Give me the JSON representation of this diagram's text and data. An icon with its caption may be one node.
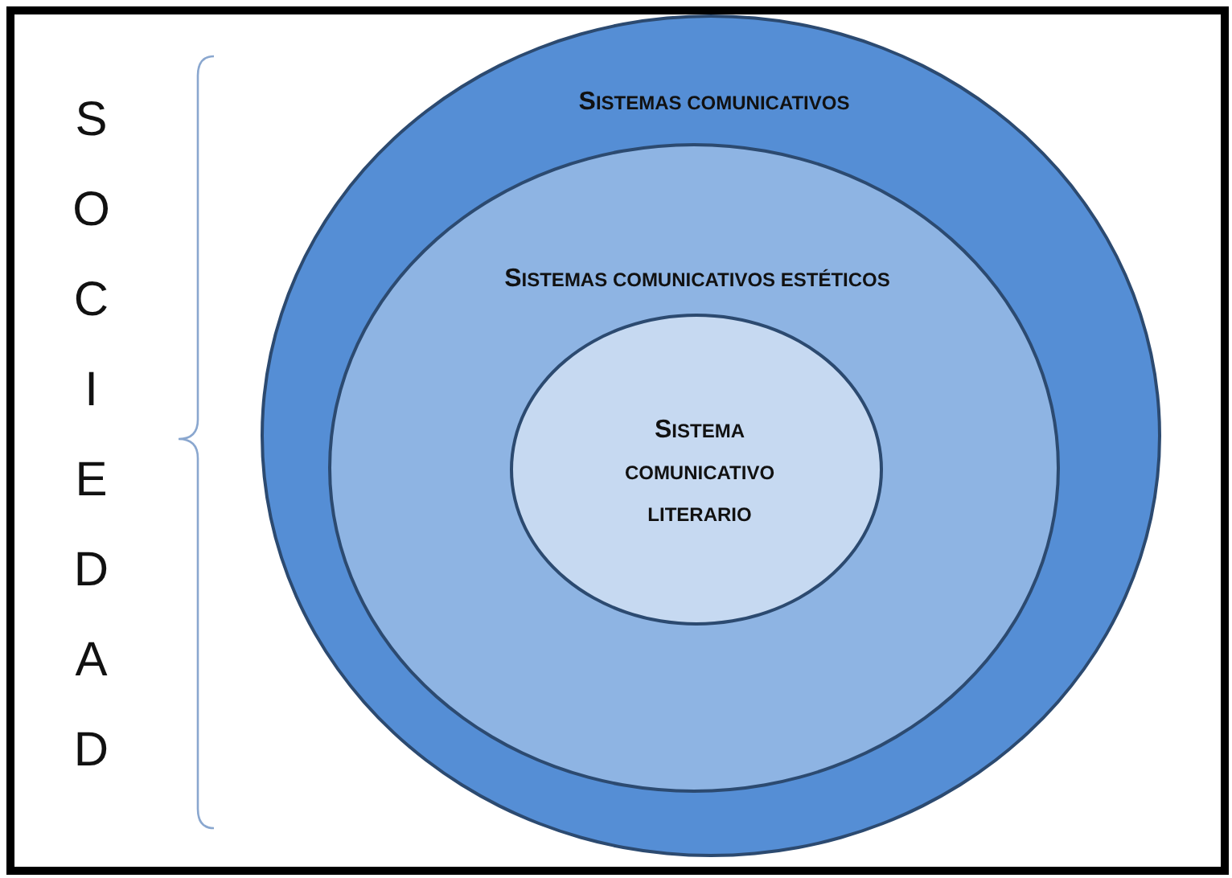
{
  "diagram": {
    "nodes": [
      {
        "text": [
          "SISTEMAS COMUNICATIVOS"
        ]
      },
      {
        "text": [
          "SISTEMAS COMUNICATIVOS ESTÉTICOS"
        ],
        "in": 0
      },
      {
        "text": [
          "SISTEMA COMUNICATIVO LITERARIO"
        ],
        "in": 1
      }
    ],
    "labels": [
      "SOCIEDAD"
    ]
  }
}
